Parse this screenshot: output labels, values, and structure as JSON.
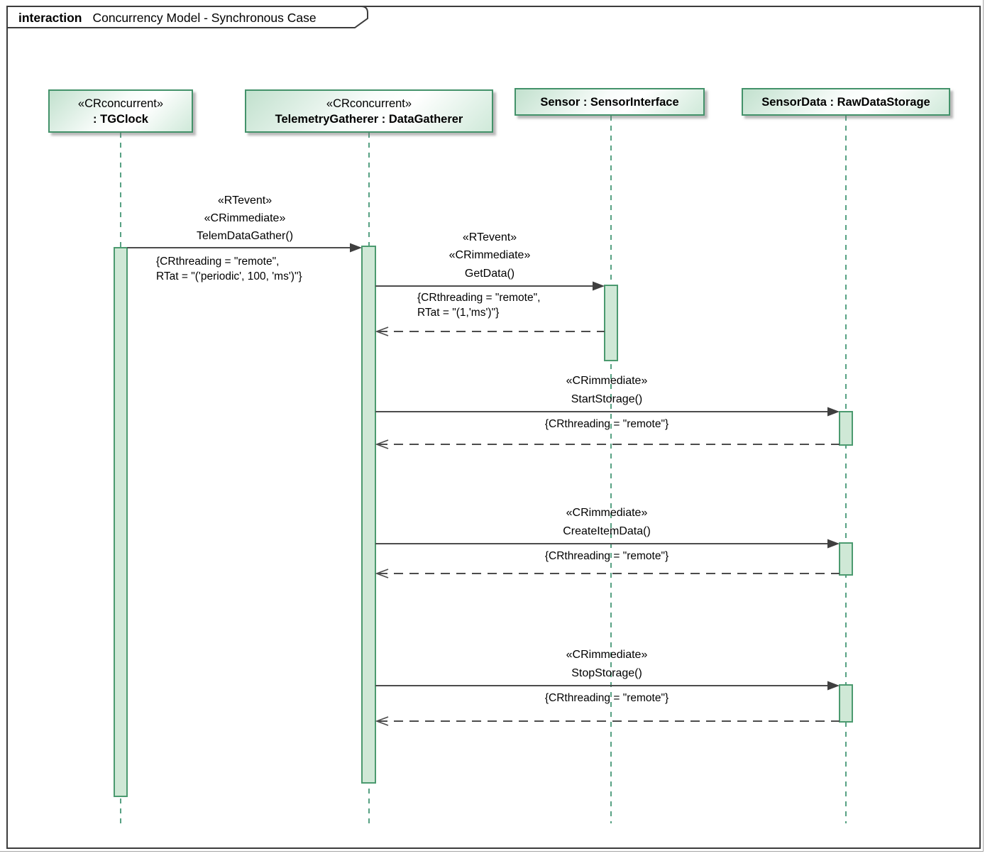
{
  "frame": {
    "kind": "interaction",
    "title": "Concurrency Model - Synchronous Case"
  },
  "colors": {
    "head_border_green": "#43926a",
    "activation_fill": "#cfe8d6",
    "activation_border": "#4b9a6f",
    "lifeline_green": "#57a183",
    "message_line_gray": "#4c4c4c",
    "frame_border": "#3c3c3c"
  },
  "lifelines": [
    {
      "stereotype": "«CRconcurrent»",
      "name": ": TGClock"
    },
    {
      "stereotype": "«CRconcurrent»",
      "name": "TelemetryGatherer : DataGatherer"
    },
    {
      "name": "Sensor : SensorInterface"
    },
    {
      "name": "SensorData : RawDataStorage"
    }
  ],
  "messages": [
    {
      "st1": "«RTevent»",
      "st2": "«CRimmediate»",
      "name": "TelemDataGather()",
      "c1": "{CRthreading = \"remote\",",
      "c2": "RTat = \"('periodic', 100, 'ms')\"}"
    },
    {
      "st1": "«RTevent»",
      "st2": "«CRimmediate»",
      "name": "GetData()",
      "c1": "{CRthreading = \"remote\",",
      "c2": "RTat = \"(1,'ms')\"}"
    },
    {
      "st1": "«CRimmediate»",
      "name": "StartStorage()",
      "c1": "{CRthreading = \"remote\"}"
    },
    {
      "st1": "«CRimmediate»",
      "name": "CreateItemData()",
      "c1": "{CRthreading = \"remote\"}"
    },
    {
      "st1": "«CRimmediate»",
      "name": "StopStorage()",
      "c1": "{CRthreading = \"remote\"}"
    }
  ]
}
